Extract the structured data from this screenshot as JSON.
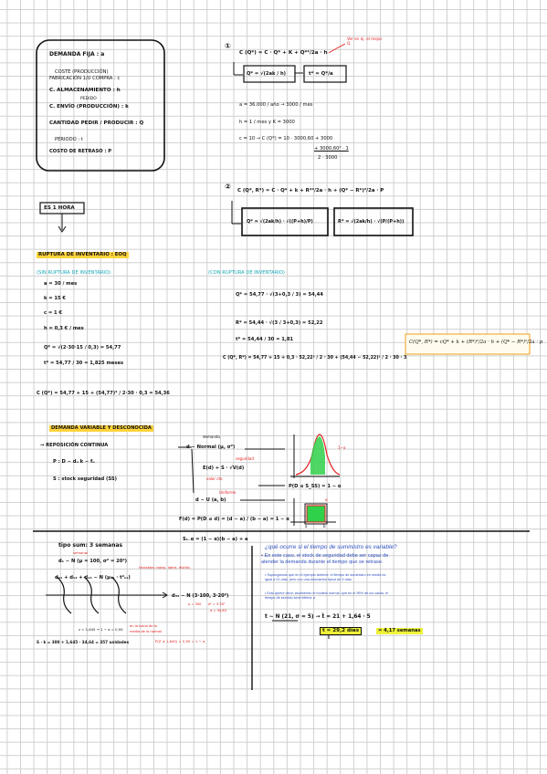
{
  "definitions": {
    "demand": "DEMANDA FIJA : a",
    "prod_cost_1": "COSTE (PRODUCCIÓN)",
    "prod_cost_2": "FABRICACIÓN 1/U COMPRA : c",
    "storage": "C. ALMACENAMIENTO : h",
    "order_cost_top": "PEDIDO",
    "order_cost": "C. ENVÍO (PRODUCCIÓN) : k",
    "qty": "CANTIDAD PEDIR / PRODUCIR : Q",
    "period": "PERIODO : t",
    "shortage": "COSTO DE RETRASO : P",
    "unit_label": "ES 1 HORA"
  },
  "eoq": {
    "num": "①",
    "cost_formula": "C (Q*) = C · Q* + K + Q*²/2a · h",
    "q_star": "Q* = √(2ak / h)",
    "t_star": "t* = Q*/a",
    "note": "Ver en ej. el  mejor Q",
    "ex_a": "a = 36.000 / año  →  3000 / mes",
    "ex_h": "h = 1 / mes    y   K = 3000",
    "ex_c": "c = 10  →  C (Q*) = 10 · 3000,60 + 3000",
    "ex_frac": "+ 3000,60² · 1",
    "ex_den": "2 · 3000"
  },
  "shortage_model": {
    "num": "②",
    "cost_formula": "C (Q*, R*) = C · Q* + k + R*²/2a · h + (Q* − R*)²/2a · P",
    "q_star": "Q* = √(2ak/h) · √((P+h)/P)",
    "r_star": "R* = √(2ak/h) · √(P/(P+h))"
  },
  "section_title": "RUPTURA DE INVENTARIO : EOQ",
  "no_rupture": {
    "title": "(SIN RUPTURA DE INVENTARIO)",
    "a": "a = 30 / mes",
    "k": "k = 15 €",
    "c": "c = 1 €",
    "h": "h = 0,3 € / mes",
    "q": "Q* = √(2·30·15 / 0,3) = 54,77",
    "t": "t* = 54,77 / 30 = 1,825 meses",
    "cost": "C (Q*) = 54,77 + 15 + (54,77)² / 2·30 · 0,3 = 54,36"
  },
  "with_rupture": {
    "title": "(CON RUPTURA DE INVENTARIO)",
    "q": "Q* = 54,77 · √(3+0,3 / 3) = 54,44",
    "r": "R* = 54,44 · √(3 / 3+0,3) = 52,22",
    "t": "t* = 54,44 / 30 = 1,81",
    "cost": "C (Q*, R*) = 54,77 + 15 + 0,3 · 52,22² / 2 · 30 + (54,44 − 52,22)² / 2 · 30 · 3"
  },
  "formula_box": "C(Q*, R*) = cQ* + k + (R*)²/2a · h + (Q* − R*)²/2a · p",
  "variable_demand": {
    "title": "DEMANDA VARIABLE Y DESCONOCIDA",
    "sub": "→ REPOSICIÓN CONTINUA",
    "line1": "P :    D ∼ dᵤ           k ∼ fᵤ",
    "line2": "S :    stock   seguridad (SS)",
    "normal_tag": "demanda",
    "normal": "d ∼ Normal (μ, σ²)",
    "expect": "E(d) + S · √V(d)",
    "red_note1": "seguridad",
    "red_note2": "valor cte",
    "uniform_tag": "Uniforme",
    "uniform": "d ∼ U (a, b)",
    "prob": "P(D ≤ S_SS) = 1 − α",
    "cdf": "F(d) = P(D ≤ d) = (d − a) / (b − a) = 1 − α",
    "quantile": "S₁₋α = (1 − α)(b − a) + a",
    "graph_b": "b",
    "graph_a": "a",
    "graph_alpha": "α",
    "graph_1a": "1−α"
  },
  "lead_time": {
    "title": "tipo sum: 3 semanas",
    "tag": "semanal",
    "d1": "d₁ ∼ N (μ = 100, σ² = 20²)",
    "red_note": "Variables indep. ident. distrib.",
    "d_sum": "d₁₁ + d₁₂ + d₁₃ ∼ N (μ₁₁ · t²₁₁)",
    "d_normal": "d₃₃ ∼ N (3·100, 3·20²)",
    "mu_note": "μ = 300",
    "sigma_note": "σ² = 3·20²",
    "sigma2": "σ = 34,64",
    "quantile": "z = 1,645 → 1 − α = 0,95",
    "formula_label": "en la suma de la",
    "formula_label2": "media de la normal",
    "ss": "S · k = 300 + 1,645 · 34,64 = 357 unidades",
    "prob": "P(Z ≤ 1,645) = 0,95 = 1 − α"
  },
  "supply_time": {
    "question": "¿qué ocurre si el tiempo de suministro es variable?",
    "bullet1": "• En este caso, el stock de seguridad debe ser capaz de atender la demanda durante el tiempo que se retrase.",
    "sub1": "• Supongamos que en el ejemplo anterior, el tiempo de suministro en media es igual a 21 días, pero con una desviación típica de 5 días.",
    "sub2": "• Esto quiere decir, asumiendo el modelo normal, que en el 95% de los casos, el tiempo de servicio será inferior a",
    "formula": "t ∼ N (21, σ = 5)  →  t̂ = 21 + 1,64 · 5",
    "result": "t̂ = 29,2 días",
    "result2": "= 4,17 semanas"
  }
}
